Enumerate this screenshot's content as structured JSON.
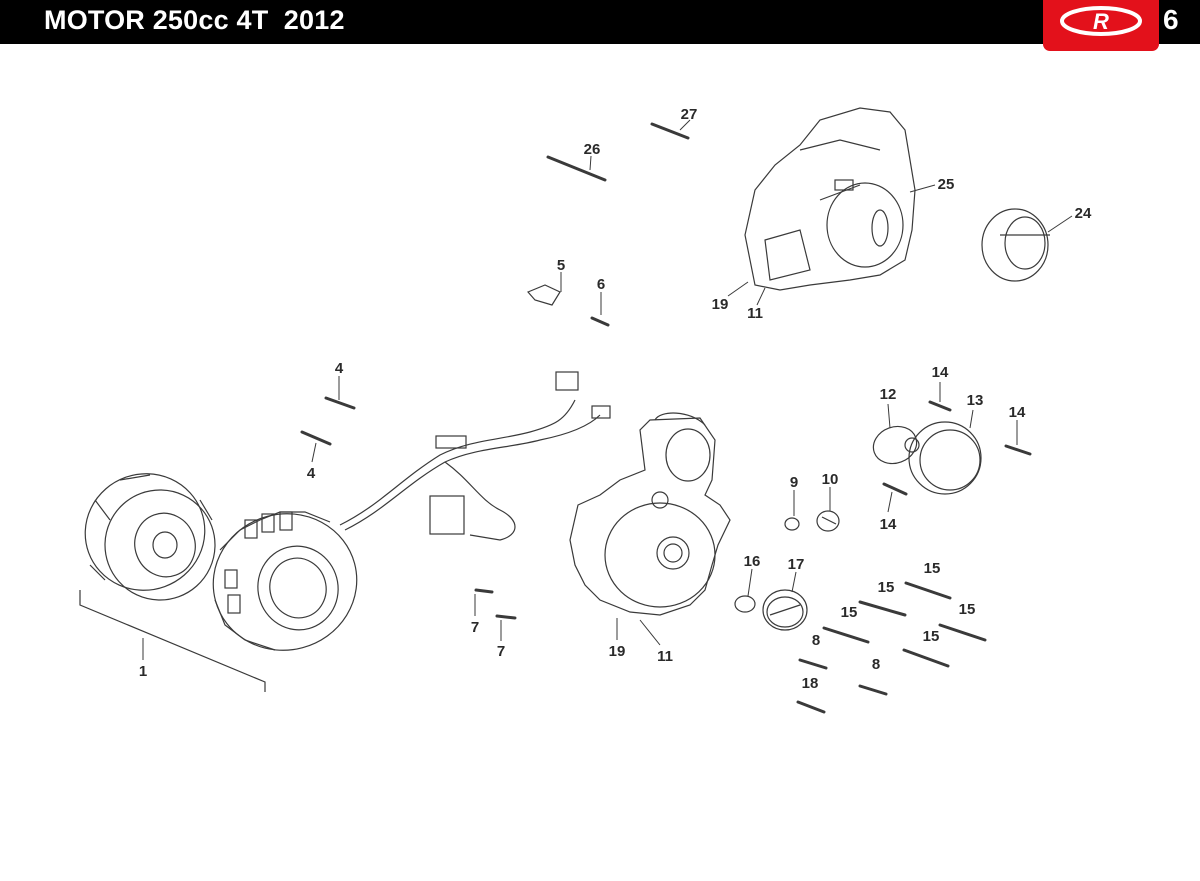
{
  "header": {
    "title": "MOTOR 250cc 4T  2012",
    "page_number": "6",
    "brand_color": "#e3111b",
    "header_background": "#000000",
    "brand_logo_text": "R"
  },
  "callouts": [
    "1",
    "4",
    "4",
    "5",
    "6",
    "7",
    "7",
    "8",
    "8",
    "9",
    "10",
    "11",
    "11",
    "12",
    "13",
    "14",
    "14",
    "14",
    "15",
    "15",
    "15",
    "15",
    "15",
    "16",
    "17",
    "18",
    "19",
    "19",
    "24",
    "25",
    "26",
    "27"
  ]
}
